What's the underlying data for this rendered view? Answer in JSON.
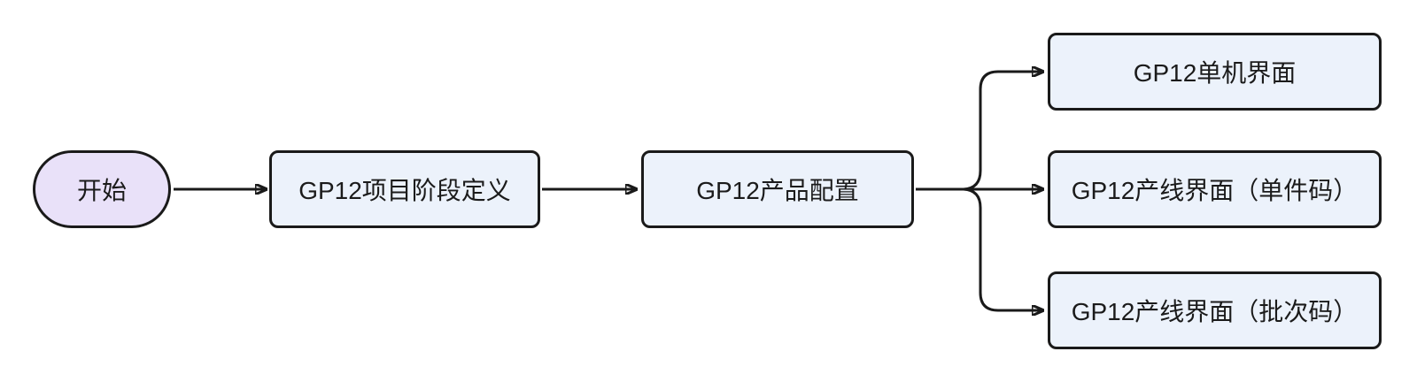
{
  "diagram": {
    "type": "flowchart",
    "direction": "left-to-right",
    "background_color": "#ffffff",
    "line_color": "#1a1a1a",
    "text_color": "#1b1b1b",
    "start_fill": "#e9e1f9",
    "step_fill": "#ecf2fb",
    "nodes": {
      "start": {
        "label": "开始",
        "shape": "stadium",
        "fill": "#e9e1f9"
      },
      "stage": {
        "label": "GP12项目阶段定义",
        "shape": "rect",
        "fill": "#ecf2fb"
      },
      "config": {
        "label": "GP12产品配置",
        "shape": "rect",
        "fill": "#ecf2fb"
      },
      "single": {
        "label": "GP12单机界面",
        "shape": "rect",
        "fill": "#ecf2fb"
      },
      "line_unit": {
        "label": "GP12产线界面（单件码）",
        "shape": "rect",
        "fill": "#ecf2fb"
      },
      "line_batch": {
        "label": "GP12产线界面（批次码）",
        "shape": "rect",
        "fill": "#ecf2fb"
      }
    },
    "edges": [
      {
        "from": "start",
        "to": "stage"
      },
      {
        "from": "stage",
        "to": "config"
      },
      {
        "from": "config",
        "to": "single"
      },
      {
        "from": "config",
        "to": "line_unit"
      },
      {
        "from": "config",
        "to": "line_batch"
      }
    ]
  }
}
